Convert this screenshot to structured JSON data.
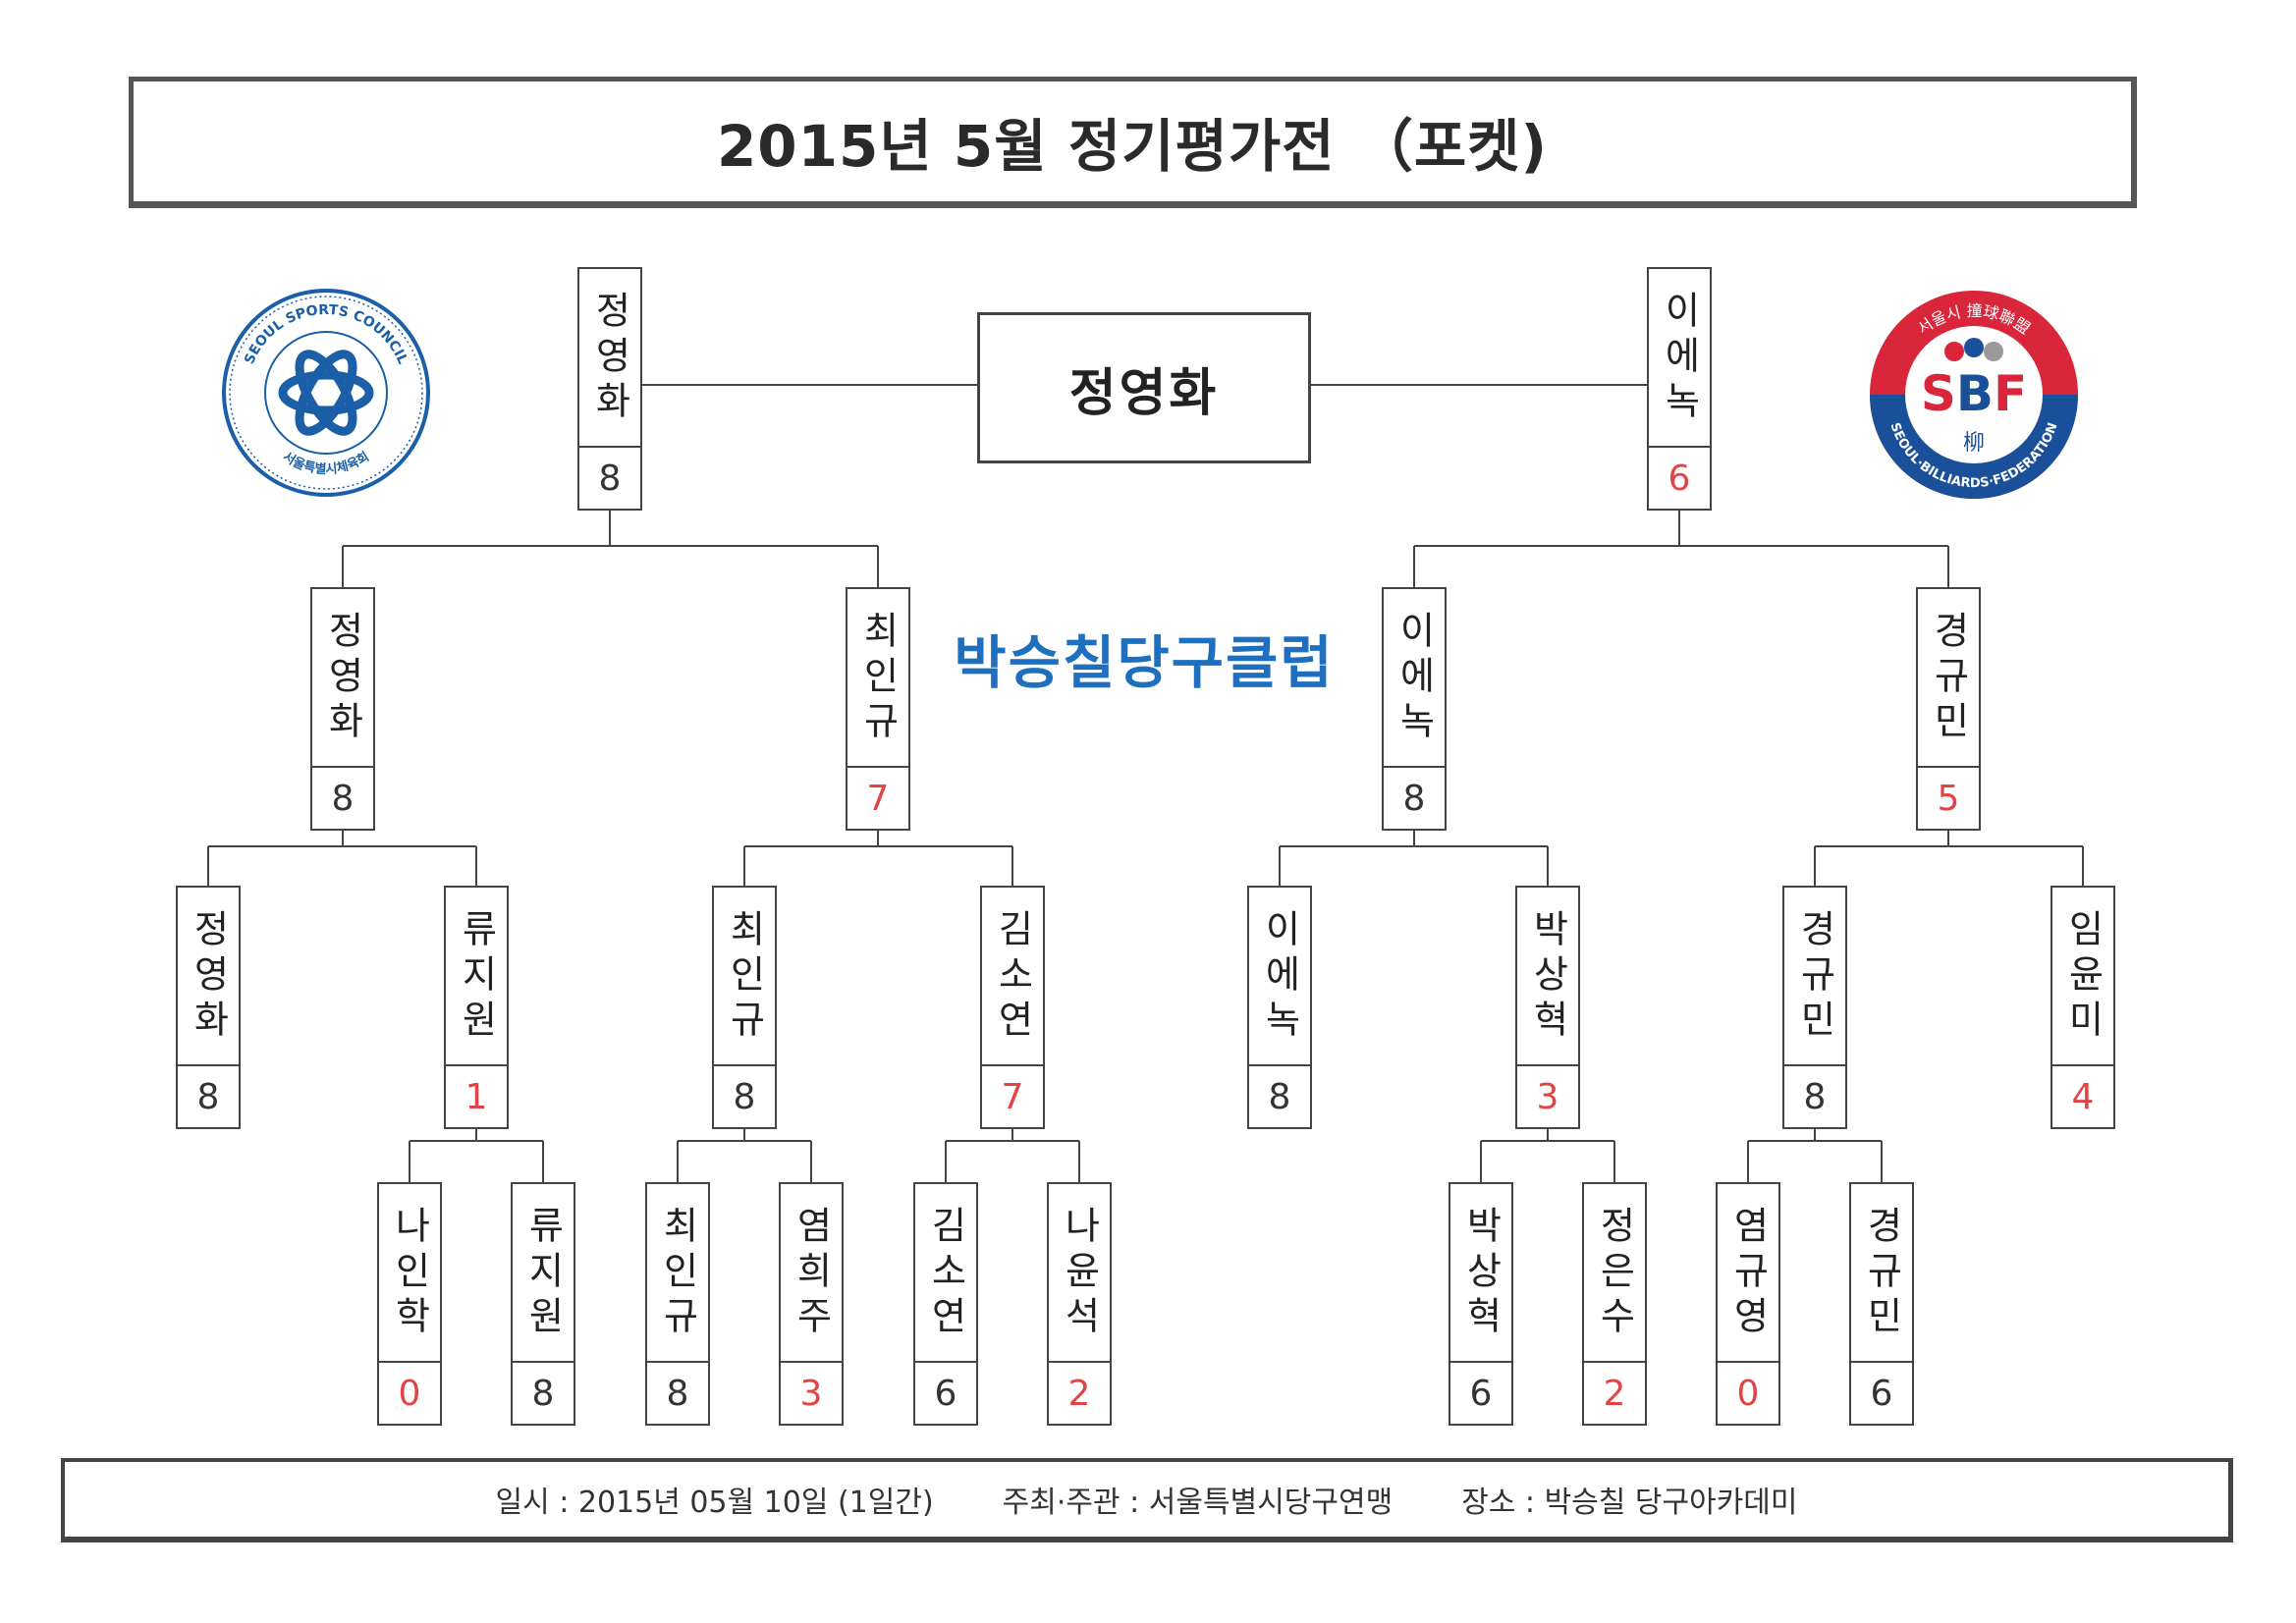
{
  "title": "2015년 5월 정기평가전 （포켓)",
  "champion": "정영화",
  "club_name": "박승칠당구클럽",
  "logos": {
    "left": {
      "text_top": "SEOUL SPORTS COUNCIL",
      "text_bottom": "서울특별시체육회",
      "color": "#1a5fa8"
    },
    "right": {
      "initials": [
        "S",
        "B",
        "F"
      ],
      "text_top": "서울시 撞球聯盟",
      "text_bottom": "SEOUL·BILLIARDS·FEDERATION",
      "char": "柳",
      "color_red": "#d9263b",
      "color_blue": "#1a4f9a"
    }
  },
  "bracket": {
    "final": [
      {
        "name": "정영화",
        "score": "8",
        "result": "win"
      },
      {
        "name": "이에녹",
        "score": "6",
        "result": "loss"
      }
    ],
    "semifinal": [
      {
        "name": "정영화",
        "score": "8",
        "result": "win"
      },
      {
        "name": "최인규",
        "score": "7",
        "result": "loss"
      },
      {
        "name": "이에녹",
        "score": "8",
        "result": "win"
      },
      {
        "name": "경규민",
        "score": "5",
        "result": "loss"
      }
    ],
    "quarterfinal": [
      {
        "name": "정영화",
        "score": "8",
        "result": "win"
      },
      {
        "name": "류지원",
        "score": "1",
        "result": "loss"
      },
      {
        "name": "최인규",
        "score": "8",
        "result": "win"
      },
      {
        "name": "김소연",
        "score": "7",
        "result": "loss"
      },
      {
        "name": "이에녹",
        "score": "8",
        "result": "win"
      },
      {
        "name": "박상혁",
        "score": "3",
        "result": "loss"
      },
      {
        "name": "경규민",
        "score": "8",
        "result": "win"
      },
      {
        "name": "임윤미",
        "score": "4",
        "result": "loss"
      }
    ],
    "round1": [
      {
        "name": "나인학",
        "score": "0",
        "result": "loss"
      },
      {
        "name": "류지원",
        "score": "8",
        "result": "win"
      },
      {
        "name": "최인규",
        "score": "8",
        "result": "win"
      },
      {
        "name": "염희주",
        "score": "3",
        "result": "loss"
      },
      {
        "name": "김소연",
        "score": "6",
        "result": "win"
      },
      {
        "name": "나윤석",
        "score": "2",
        "result": "loss"
      },
      {
        "name": "박상혁",
        "score": "6",
        "result": "win"
      },
      {
        "name": "정은수",
        "score": "2",
        "result": "loss"
      },
      {
        "name": "염규영",
        "score": "0",
        "result": "loss"
      },
      {
        "name": "경규민",
        "score": "6",
        "result": "win"
      }
    ]
  },
  "footer": {
    "date": "일시 : 2015년 05월 10일 (1일간)",
    "host": "주최·주관 : 서울특별시당구연맹",
    "venue": "장소 : 박승칠 당구아카데미"
  },
  "colors": {
    "loss_score": "#e04444",
    "club": "#1f6fc0",
    "border": "#444444"
  }
}
